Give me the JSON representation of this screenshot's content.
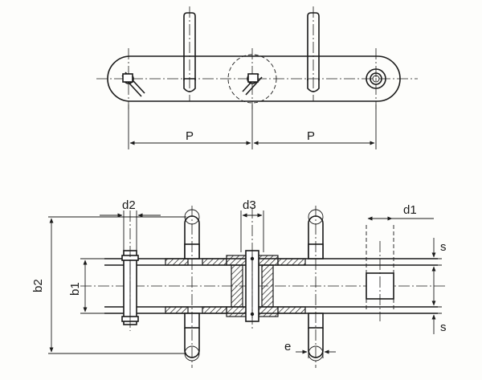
{
  "labels": {
    "pitch_left": "P",
    "pitch_right": "P",
    "d1": "d1",
    "d2": "d2",
    "d3": "d3",
    "b1": "b1",
    "b2": "b2",
    "s_top": "s",
    "s_bottom": "s",
    "e": "e"
  },
  "colors": {
    "line": "#1a1a1a",
    "paper": "#fdfdfb"
  }
}
